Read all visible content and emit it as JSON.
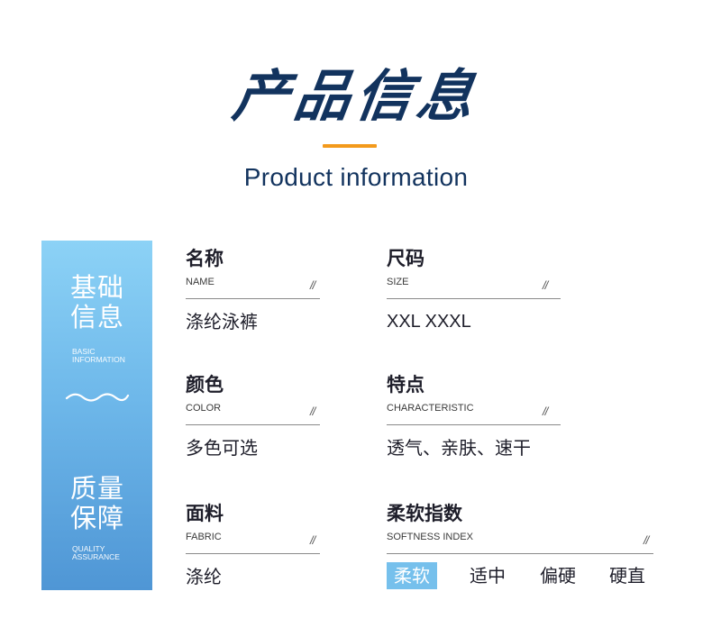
{
  "header": {
    "title": "产品信息",
    "subtitle": "Product information",
    "accent_color": "#f39a1c",
    "title_color": "#12335e"
  },
  "sidebar": {
    "section1_title_line1": "基础",
    "section1_title_line2": "信息",
    "section1_en_line1": "BASIC",
    "section1_en_line2": "INFORMATION",
    "wave_icon": "wave-icon",
    "section2_title_line1": "质量",
    "section2_title_line2": "保障",
    "section2_en_line1": "QUALITY",
    "section2_en_line2": "ASSURANCE"
  },
  "fields": {
    "name": {
      "label": "名称",
      "en": "NAME",
      "mark": "//",
      "value": "涤纶泳裤"
    },
    "size": {
      "label": "尺码",
      "en": "SIZE",
      "mark": "//",
      "value": "XXL  XXXL"
    },
    "color": {
      "label": "颜色",
      "en": "COLOR",
      "mark": "//",
      "value": "多色可选"
    },
    "feature": {
      "label": "特点",
      "en": "CHARACTERISTIC",
      "mark": "//",
      "value": "透气、亲肤、速干"
    },
    "fabric": {
      "label": "面料",
      "en": "FABRIC",
      "mark": "//",
      "value": "涤纶"
    },
    "softness": {
      "label": "柔软指数",
      "en": "SOFTNESS INDEX",
      "mark": "//",
      "options": [
        "柔软",
        "适中",
        "偏硬",
        "硬直"
      ],
      "selected": "柔软"
    }
  }
}
